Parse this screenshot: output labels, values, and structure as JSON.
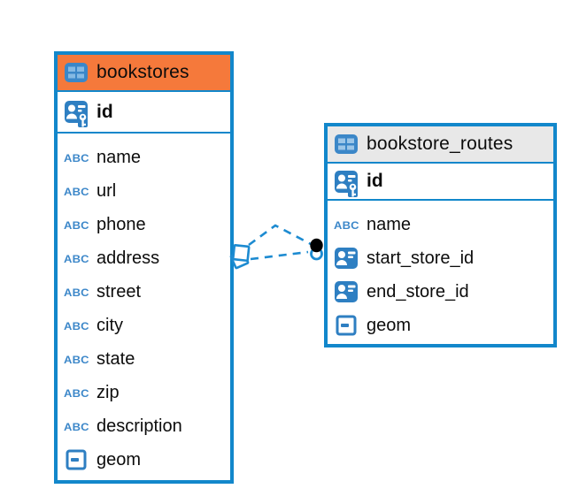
{
  "diagram": {
    "colors": {
      "table_border": "#1287cb",
      "bookstores_header_bg": "#f5793b",
      "routes_header_bg": "#e8e8e8",
      "icon_blue": "#2e7fc2",
      "icon_cell_blue": "#85b9e3",
      "abc_blue": "#3c87c9",
      "connection_line": "#1d8bd1",
      "connection_endpoint": "#000000"
    },
    "icons": {
      "text_type_glyph": "ABC"
    },
    "tables": {
      "bookstores": {
        "title": "bookstores",
        "primary_key": {
          "name": "id"
        },
        "fields": [
          {
            "name": "name",
            "type": "text"
          },
          {
            "name": "url",
            "type": "text"
          },
          {
            "name": "phone",
            "type": "text"
          },
          {
            "name": "address",
            "type": "text"
          },
          {
            "name": "street",
            "type": "text"
          },
          {
            "name": "city",
            "type": "text"
          },
          {
            "name": "state",
            "type": "text"
          },
          {
            "name": "zip",
            "type": "text"
          },
          {
            "name": "description",
            "type": "text"
          },
          {
            "name": "geom",
            "type": "geometry"
          }
        ]
      },
      "bookstore_routes": {
        "title": "bookstore_routes",
        "primary_key": {
          "name": "id"
        },
        "fields": [
          {
            "name": "name",
            "type": "text"
          },
          {
            "name": "start_store_id",
            "type": "reference"
          },
          {
            "name": "end_store_id",
            "type": "reference"
          },
          {
            "name": "geom",
            "type": "geometry"
          }
        ]
      }
    },
    "relationship": {
      "from_table": "bookstores",
      "to_table": "bookstore_routes",
      "style": "dashed"
    }
  }
}
